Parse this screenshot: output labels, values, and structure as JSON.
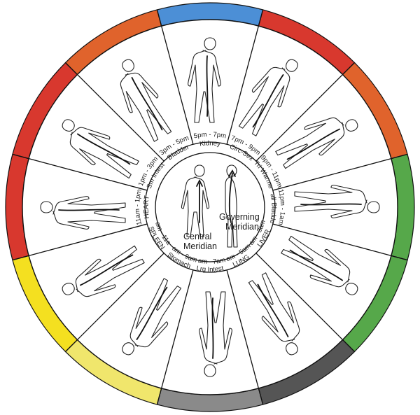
{
  "diagram": {
    "segments": [
      {
        "time": "11am - 1pm",
        "organ": "HEART",
        "color": "#d8382e"
      },
      {
        "time": "1pm - 3pm",
        "organ": "Sm Intest",
        "color": "#d8382e"
      },
      {
        "time": "3pm - 5pm",
        "organ": "Bladder",
        "color": "#e0632c"
      },
      {
        "time": "5pm - 7pm",
        "organ": "Kidney",
        "color": "#4c8fd6"
      },
      {
        "time": "7pm - 9pm",
        "organ": "Circ-Sex",
        "color": "#d8382e"
      },
      {
        "time": "9pm - 11pm",
        "organ": "Tri Warmer",
        "color": "#e0632c"
      },
      {
        "time": "11pm - 1am",
        "organ": "Gall Bladder",
        "color": "#56a84a"
      },
      {
        "time": "1am - 3am",
        "organ": "LIVER",
        "color": "#56a84a"
      },
      {
        "time": "3am - 5am",
        "organ": "LUNG",
        "color": "#555555"
      },
      {
        "time": "5am - 7am",
        "organ": "Lrg Intest",
        "color": "#8a8a8a"
      },
      {
        "time": "7am - 9am",
        "organ": "Stomach",
        "color": "#f0e66c"
      },
      {
        "time": "9am - 11am",
        "organ": "SPLEEN",
        "color": "#f4e020"
      }
    ],
    "center": {
      "central_line1": "Central",
      "central_line2": "Meridian",
      "governing_line1": "Governing",
      "governing_line2": "Meridian"
    }
  }
}
